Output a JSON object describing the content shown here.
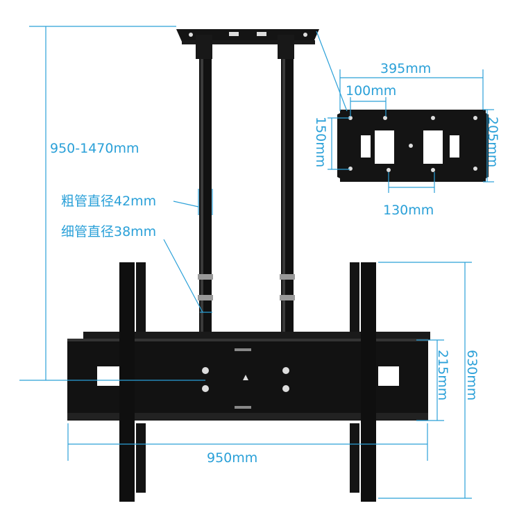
{
  "colors": {
    "dimension": "#2aa0d8",
    "metal": "#141414",
    "background": "#ffffff"
  },
  "dimensions": {
    "height_range": "950-1470mm",
    "thick_pipe": "粗管直径42mm",
    "thin_pipe": "细管直径38mm",
    "plate_width": "395mm",
    "plate_hole_top": "100mm",
    "plate_hole_left": "150mm",
    "plate_height": "205mm",
    "plate_hole_bottom": "130mm",
    "arm_height": "215mm",
    "total_height": "630mm",
    "total_width": "950mm"
  }
}
